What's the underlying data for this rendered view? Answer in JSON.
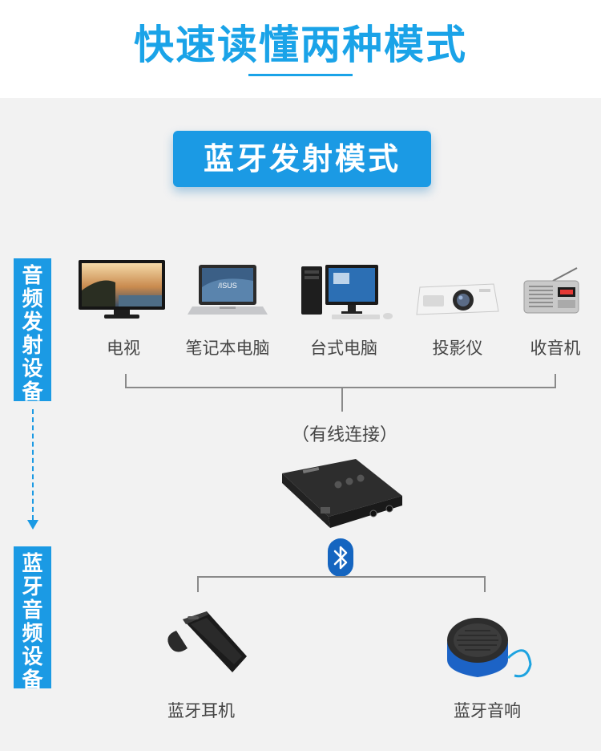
{
  "header": {
    "title": "快速读懂两种模式"
  },
  "mode": {
    "label": "蓝牙发射模式"
  },
  "side_labels": {
    "source": [
      "音",
      "频",
      "发",
      "射",
      "设",
      "备"
    ],
    "target": [
      "蓝",
      "牙",
      "音",
      "频",
      "设",
      "备"
    ]
  },
  "source_devices": [
    {
      "label": "电视",
      "icon": "tv-icon"
    },
    {
      "label": "笔记本电脑",
      "icon": "laptop-icon"
    },
    {
      "label": "台式电脑",
      "icon": "desktop-computer-icon"
    },
    {
      "label": "投影仪",
      "icon": "projector-icon"
    },
    {
      "label": "收音机",
      "icon": "radio-icon"
    }
  ],
  "connection": {
    "label": "（有线连接）"
  },
  "transmitter": {
    "icon": "bluetooth-transmitter-icon"
  },
  "bluetooth": {
    "icon": "bluetooth-icon"
  },
  "target_devices": [
    {
      "label": "蓝牙耳机",
      "icon": "bluetooth-headset-icon"
    },
    {
      "label": "蓝牙音响",
      "icon": "bluetooth-speaker-icon"
    }
  ],
  "colors": {
    "accent": "#1aa3e8",
    "badge": "#1b9ae4",
    "text": "#444444",
    "line": "#8a8a8a"
  }
}
